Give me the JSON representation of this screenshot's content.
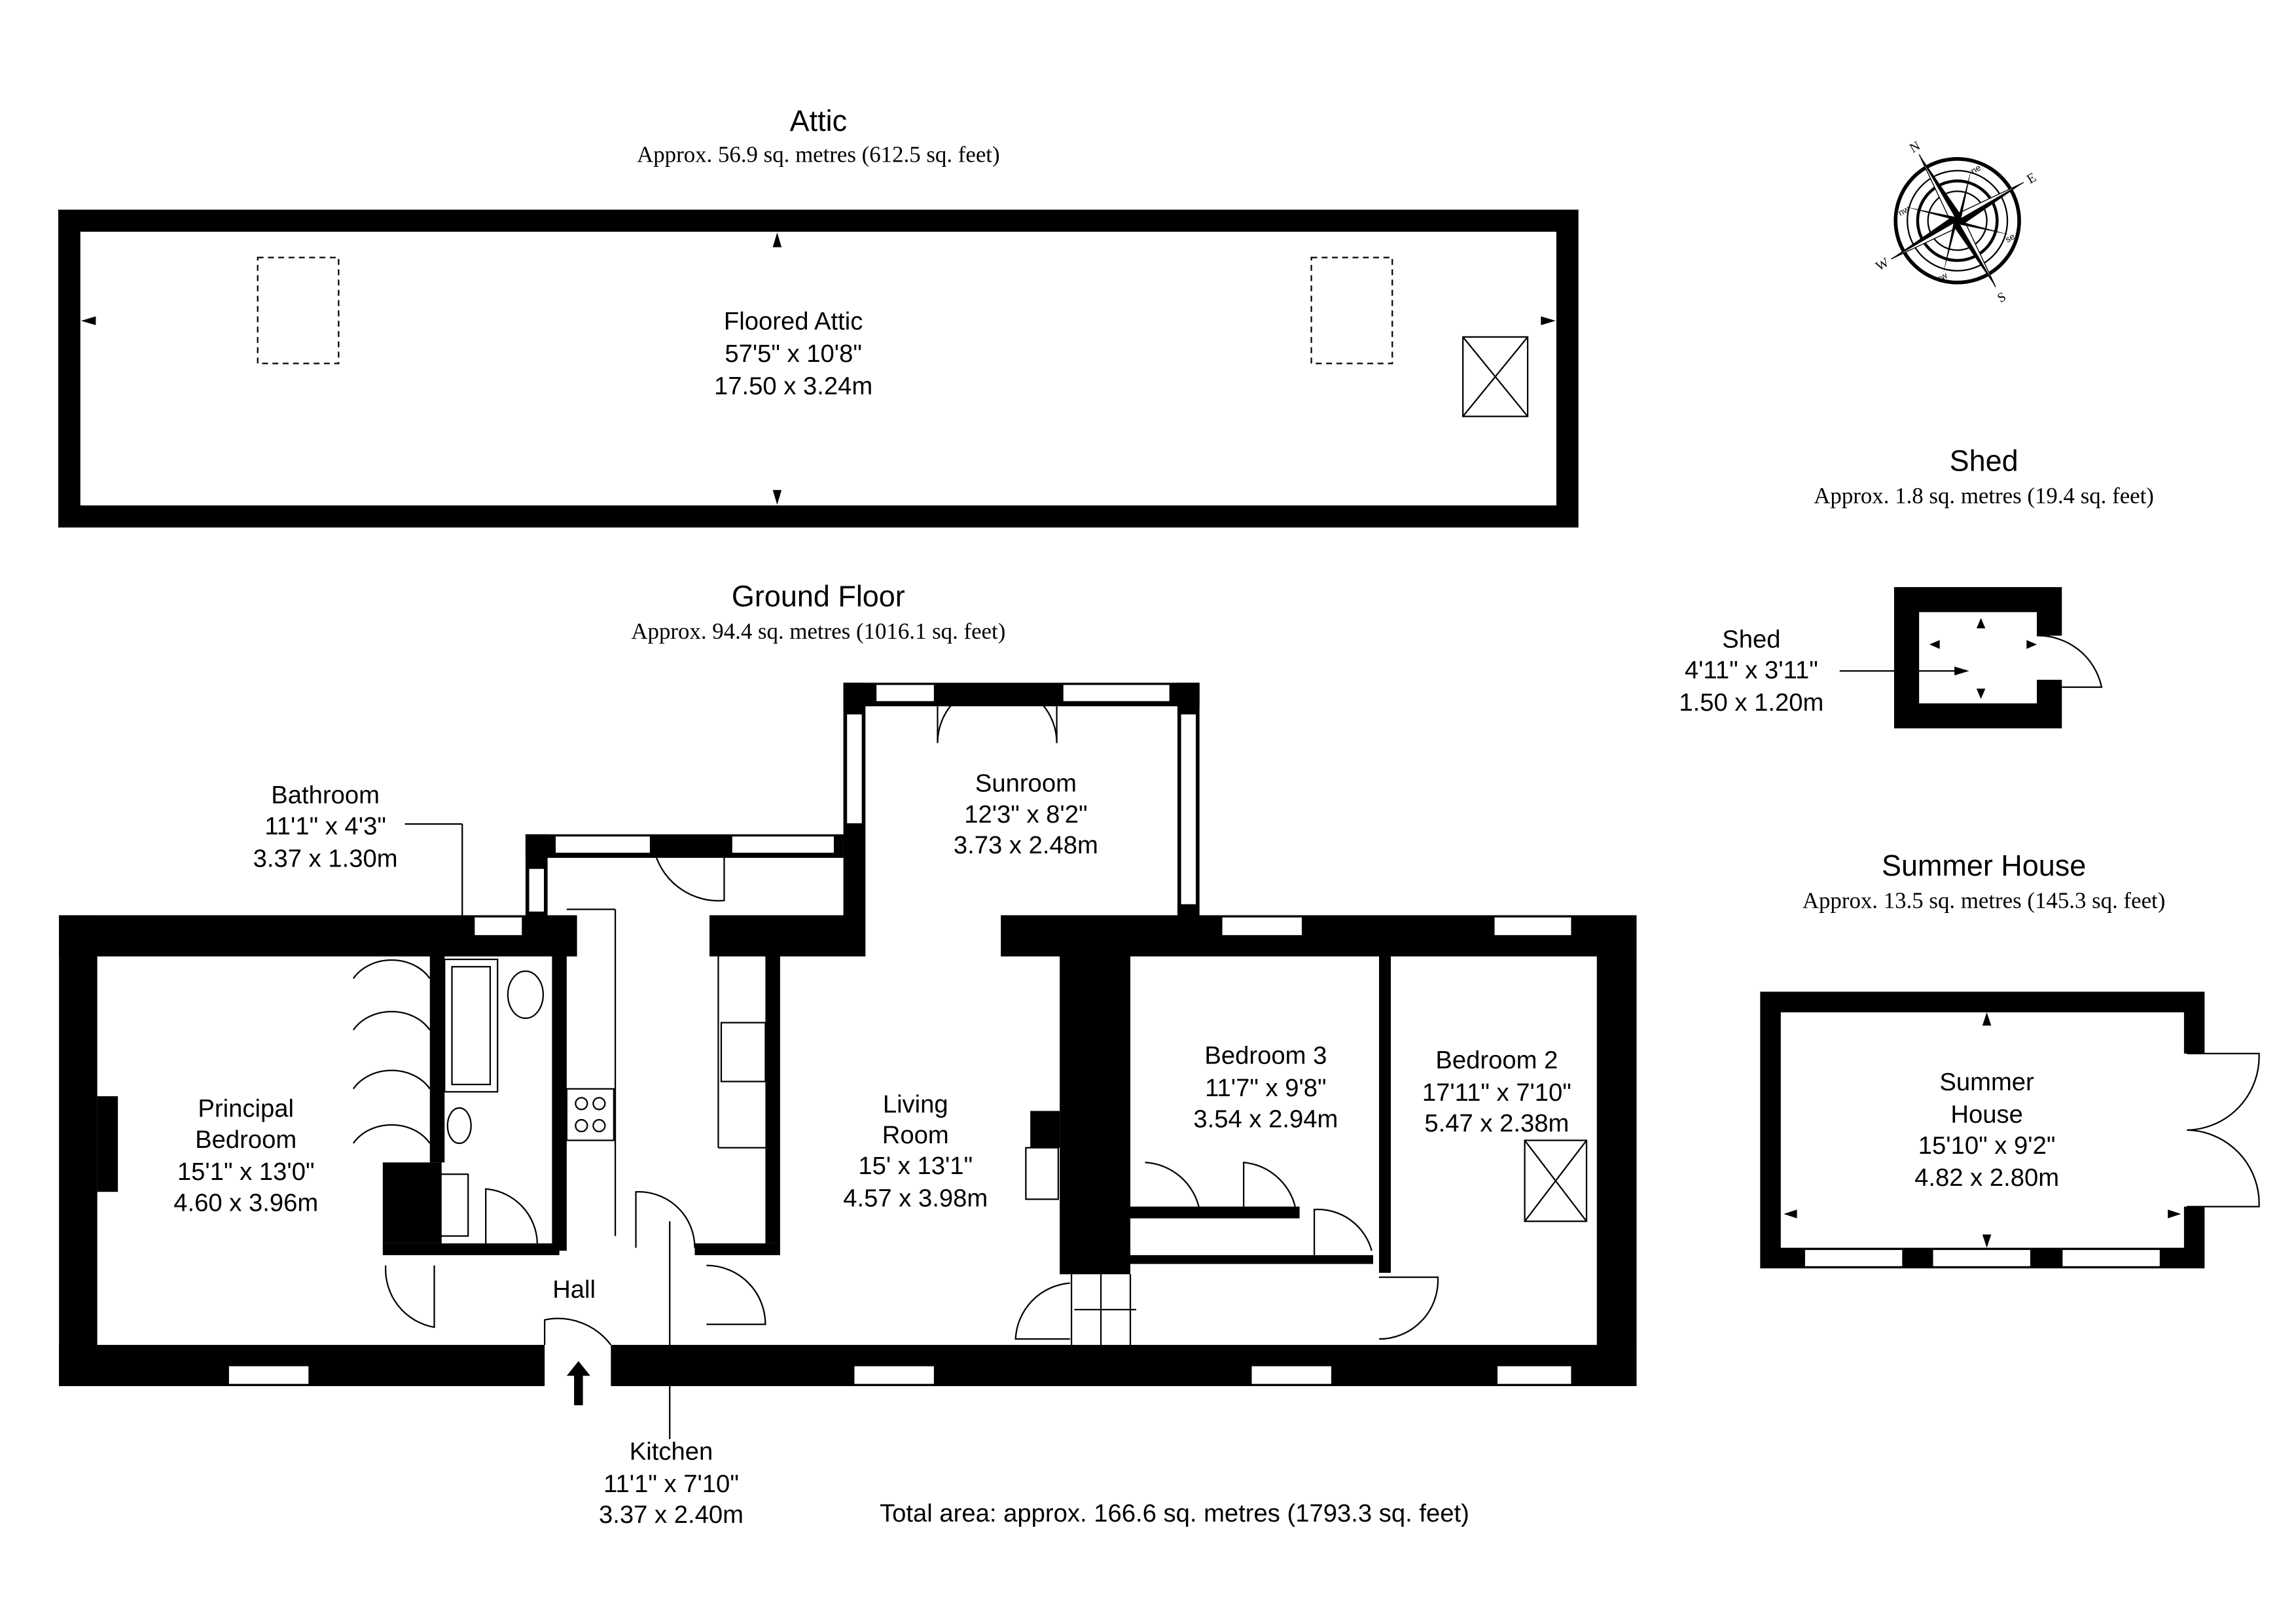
{
  "attic": {
    "title": "Attic",
    "area": "Approx. 56.9 sq. metres (612.5 sq. feet)",
    "rooms": [
      {
        "name": "Floored Attic",
        "imperial": "57'5\" x 10'8\"",
        "metric": "17.50 x 3.24m"
      }
    ]
  },
  "ground_floor": {
    "title": "Ground Floor",
    "area": "Approx. 94.4 sq. metres (1016.1 sq. feet)",
    "rooms": [
      {
        "name": "Bathroom",
        "imperial": "11'1\" x 4'3\"",
        "metric": "3.37 x 1.30m"
      },
      {
        "name": "Sunroom",
        "imperial": "12'3\" x 8'2\"",
        "metric": "3.73 x 2.48m"
      },
      {
        "name_line1": "Principal",
        "name_line2": "Bedroom",
        "imperial": "15'1\" x 13'0\"",
        "metric": "4.60 x 3.96m"
      },
      {
        "name_line1": "Living",
        "name_line2": "Room",
        "imperial": "15' x 13'1\"",
        "metric": "4.57 x 3.98m"
      },
      {
        "name": "Bedroom 3",
        "imperial": "11'7\" x 9'8\"",
        "metric": "3.54 x 2.94m"
      },
      {
        "name": "Bedroom 2",
        "imperial": "17'11\" x 7'10\"",
        "metric": "5.47 x 2.38m"
      },
      {
        "name": "Hall"
      },
      {
        "name": "Kitchen",
        "imperial": "11'1\" x 7'10\"",
        "metric": "3.37 x 2.40m"
      }
    ]
  },
  "shed": {
    "title": "Shed",
    "area": "Approx. 1.8 sq. metres (19.4 sq. feet)",
    "room": {
      "name": "Shed",
      "imperial": "4'11\" x 3'11\"",
      "metric": "1.50 x 1.20m"
    }
  },
  "summer_house": {
    "title": "Summer House",
    "area": "Approx. 13.5 sq. metres (145.3 sq. feet)",
    "room": {
      "name_line1": "Summer",
      "name_line2": "House",
      "imperial": "15'10\" x 9'2\"",
      "metric": "4.82 x 2.80m"
    }
  },
  "compass": {
    "labels": [
      "N",
      "E",
      "S",
      "W",
      "ne",
      "se",
      "sw",
      "nw"
    ]
  },
  "total_area": "Total area: approx. 166.6 sq. metres (1793.3 sq. feet)"
}
